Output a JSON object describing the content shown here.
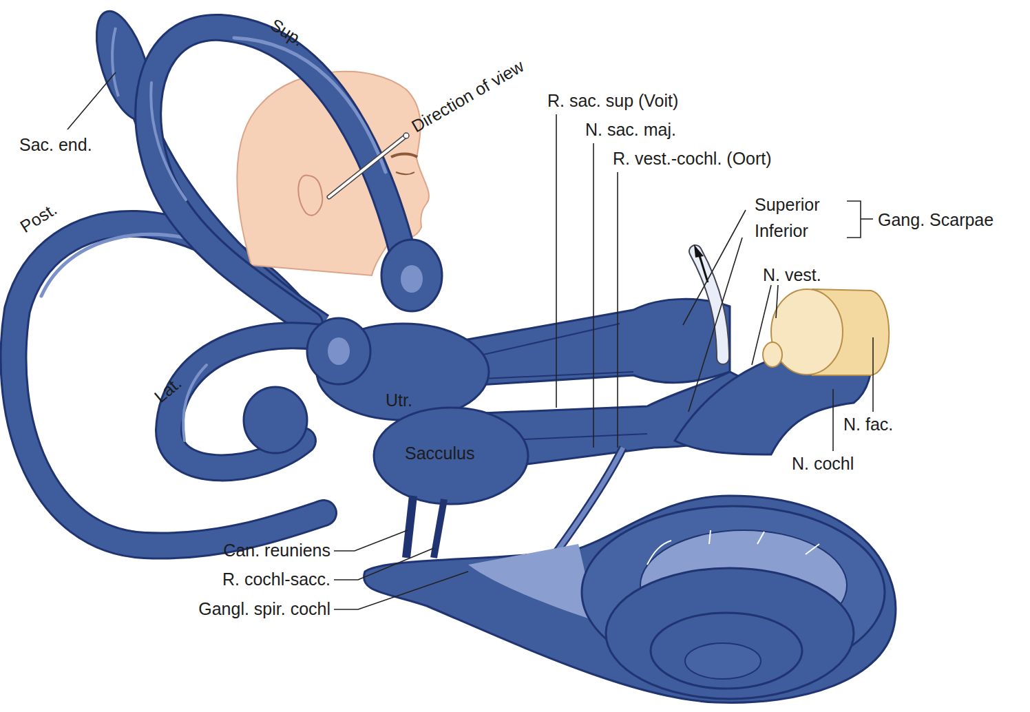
{
  "diagram": {
    "labels": [
      "Sup.",
      "Direction of view",
      "Sac. end.",
      "Post.",
      "Lat.",
      "Utr.",
      "Sacculus",
      "R. sac. sup (Voit)",
      "N. sac. maj.",
      "R. vest.-cochl. (Oort)",
      "Superior",
      "Inferior",
      "Gang. Scarpae",
      "N. vest.",
      "N. fac.",
      "N. cochl",
      "Can. reuniens",
      "R. cochl-sacc.",
      "Gangl. spir. cochl"
    ]
  }
}
